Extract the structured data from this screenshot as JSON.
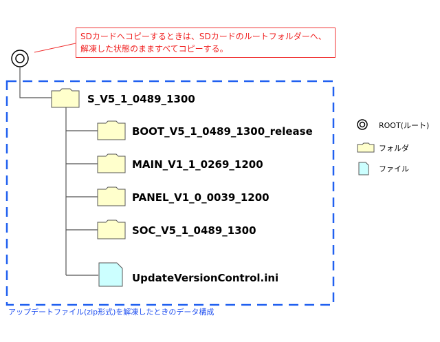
{
  "callout": {
    "line1": "SDカードへコピーするときは、SDカードのルートフォルダーへ、",
    "line2": "解凍した状態のまますべてコピーする。"
  },
  "tree": {
    "top_folder": "S_V5_1_0489_1300",
    "children": [
      {
        "type": "folder",
        "name": "BOOT_V5_1_0489_1300_release"
      },
      {
        "type": "folder",
        "name": "MAIN_V1_1_0269_1200"
      },
      {
        "type": "folder",
        "name": "PANEL_V1_0_0039_1200"
      },
      {
        "type": "folder",
        "name": "SOC_V5_1_0489_1300"
      },
      {
        "type": "file",
        "name": "UpdateVersionControl.ini"
      }
    ]
  },
  "caption": "アップデートファイル(zip形式)を解凍したときのデータ構成",
  "legend": {
    "root": "ROOT(ルート)",
    "folder": "フォルダ",
    "file": "ファイル"
  },
  "colors": {
    "folder": "#ffffcc",
    "file": "#ccffff",
    "dash": "#2060f0",
    "callout": "#f03030"
  }
}
